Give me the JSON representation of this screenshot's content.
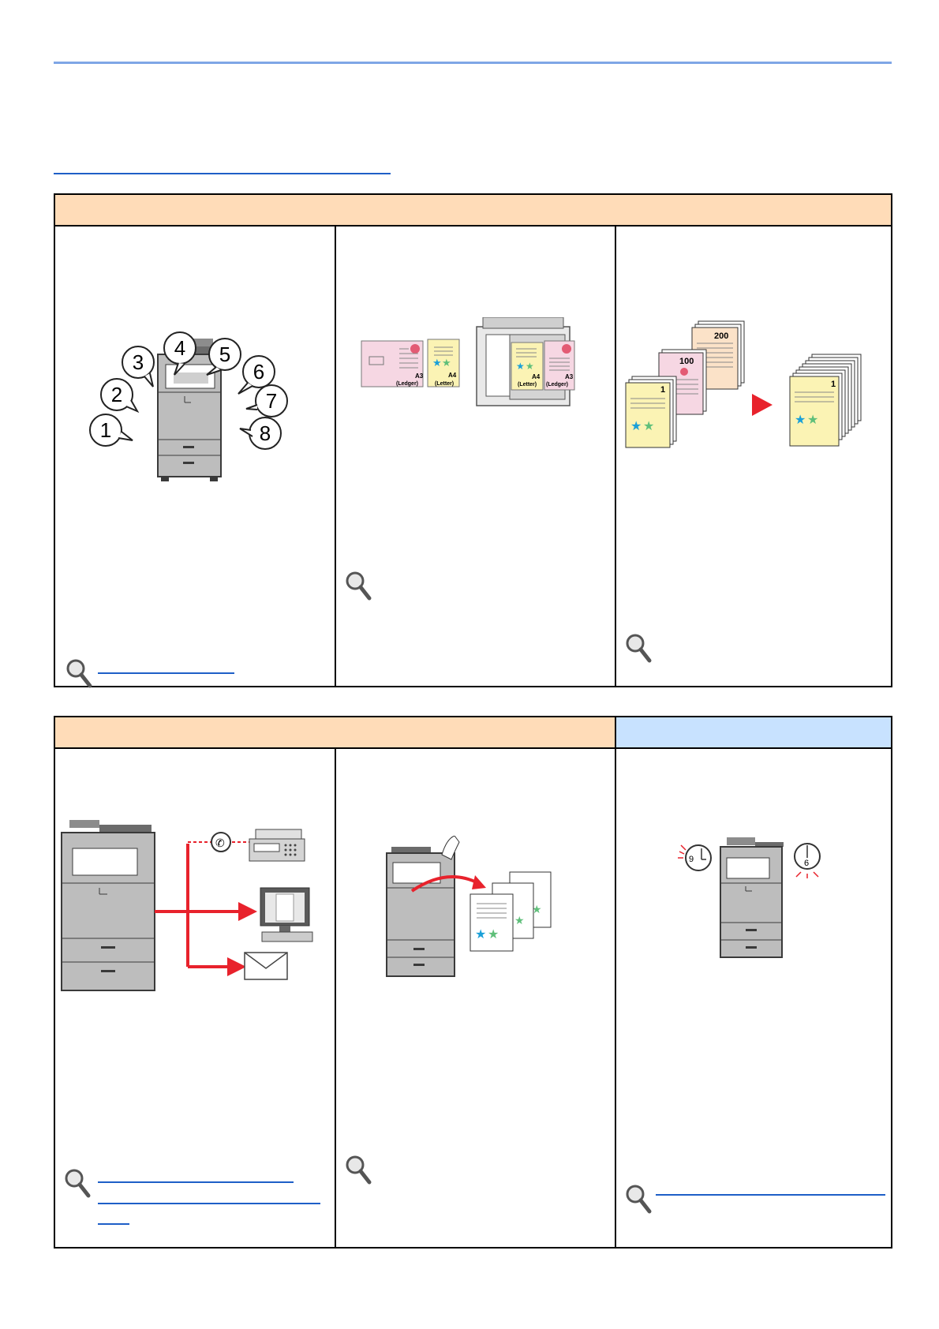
{
  "figures": {
    "numbers": [
      "1",
      "2",
      "3",
      "4",
      "5",
      "6",
      "7",
      "8"
    ],
    "paper_sizes": {
      "a3": "A3",
      "ledger": "(Ledger)",
      "a4": "A4",
      "letter": "(Letter)"
    },
    "page_counts": [
      "1",
      "100",
      "200",
      "1"
    ],
    "clock": {
      "start": "9",
      "end": "6"
    }
  },
  "colors": {
    "accent_blue": "#1e5fc7",
    "header_orange": "#ffdcb8",
    "header_blue": "#c8e2ff",
    "arrow_red": "#e8222c"
  }
}
